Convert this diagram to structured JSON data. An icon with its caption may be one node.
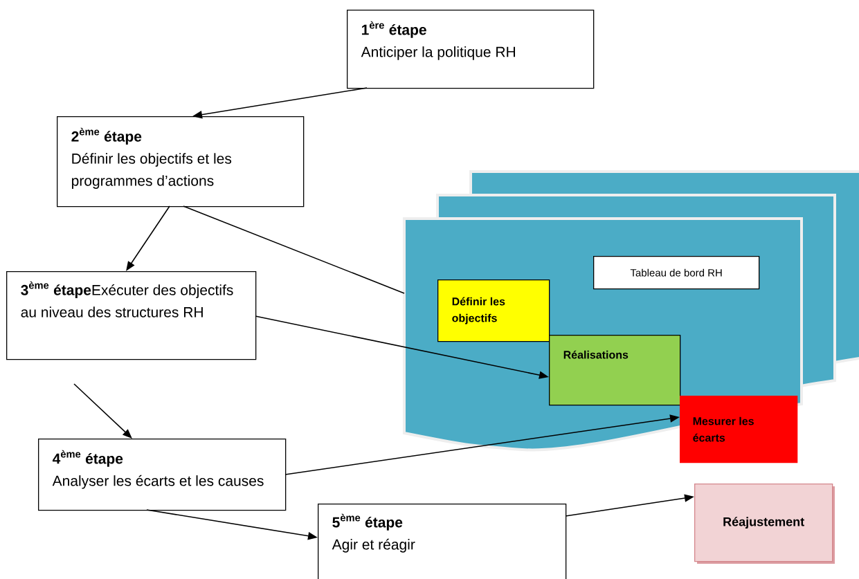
{
  "diagram": {
    "nodes": [
      {
        "text": [
          "\\text{1}^{\\text{ère}}\\text{ étape}",
          "Anticiper la politique RH"
        ]
      },
      {
        "text": [
          "\\text{2}^{\\text{ème}}\\text{ étape}",
          "Définir les objectifs et les programmes d’actions"
        ]
      },
      {
        "text": [
          "\\text{3}^{\\text{ème}}\\text{ étape}",
          "Exécuter des objectifs au niveau des structures RH"
        ]
      },
      {
        "text": [
          "\\text{4}^{\\text{ème}}\\text{ étape}",
          "Analyser les écarts et les causes"
        ]
      },
      {
        "text": [
          "\\text{5}^{\\text{ème}}\\text{ étape}",
          "Agir et réagir"
        ]
      },
      {
        "text": [],
        "shape": "box"
      },
      {
        "text": [
          "Tableau de bord RH"
        ],
        "in": 5
      },
      {
        "text": [
          "Définir les objectifs"
        ],
        "in": 5
      },
      {
        "text": [
          "Réalisations"
        ],
        "in": 5
      },
      {
        "text": [
          "Mesurer les écarts"
        ]
      },
      {
        "text": [
          "Réajustement"
        ]
      }
    ],
    "edges": [
      {
        "from": 0,
        "to": 1,
        "arrow": "to"
      },
      {
        "from": 1,
        "to": 2,
        "arrow": "to"
      },
      {
        "from": 1,
        "to": 5,
        "arrow": "none"
      },
      {
        "from": 2,
        "to": 8,
        "arrow": "to"
      },
      {
        "from": null,
        "to": 3,
        "arrow": "to"
      },
      {
        "from": 3,
        "to": 9,
        "arrow": "to"
      },
      {
        "from": 3,
        "to": 4,
        "arrow": "to"
      },
      {
        "from": 4,
        "to": 10,
        "arrow": "to"
      }
    ]
  }
}
